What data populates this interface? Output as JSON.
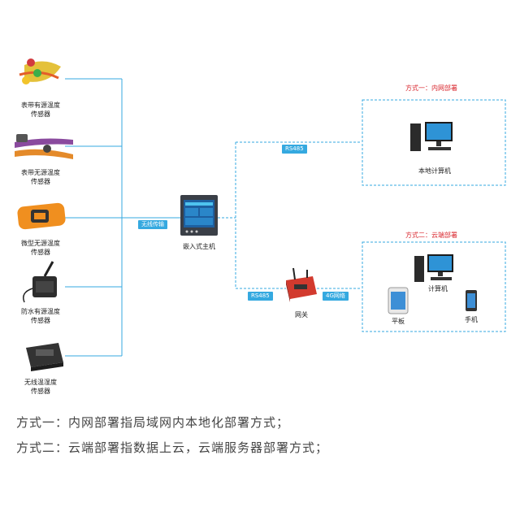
{
  "sensors": [
    {
      "line1": "表带有源温度",
      "line2": "传感器"
    },
    {
      "line1": "表带无源温度",
      "line2": "传感器"
    },
    {
      "line1": "微型无源温度",
      "line2": "传感器"
    },
    {
      "line1": "防水有源温度",
      "line2": "传感器"
    },
    {
      "line1": "无线温湿度",
      "line2": "传感器"
    }
  ],
  "host": {
    "label": "嵌入式主机",
    "link": "无线传输"
  },
  "links": {
    "rs485_top": "RS485",
    "rs485_bottom": "RS485",
    "net4g": "4G网络"
  },
  "gateway": {
    "label": "网关"
  },
  "mode1": {
    "title": "方式一：内网部署",
    "computer": "本地计算机"
  },
  "mode2": {
    "title": "方式二：云端部署",
    "computer": "计算机",
    "tablet": "平板",
    "phone": "手机"
  },
  "notes": [
    "方式一：内网部署指局域网内本地化部署方式；",
    "方式二：云端部署指数据上云，云端服务器部署方式；"
  ],
  "colors": {
    "line": "#35a9e0",
    "tag": "#35a9e0",
    "title_red": "#d9272e"
  }
}
